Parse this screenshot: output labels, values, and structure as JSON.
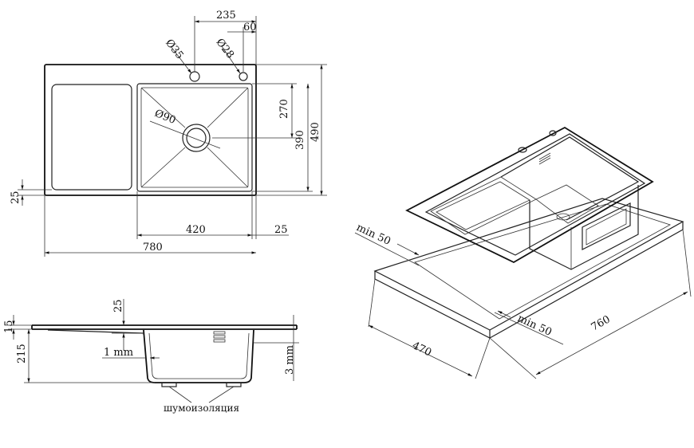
{
  "top_view": {
    "d35": "Ø35",
    "d28": "Ø28",
    "d90": "Ø90",
    "w235": "235",
    "w60": "60",
    "h270": "270",
    "h390": "390",
    "h490": "490",
    "h25": "25",
    "w420": "420",
    "w25": "25",
    "w780": "780"
  },
  "side_view": {
    "h15": "15",
    "h215": "215",
    "v25": "25",
    "t1": "1 mm",
    "t3": "3 mm",
    "insulation": "шумоизоляция"
  },
  "iso_view": {
    "min50_left": "min 50",
    "min50_right": "min 50",
    "w470": "470",
    "w760": "760"
  }
}
